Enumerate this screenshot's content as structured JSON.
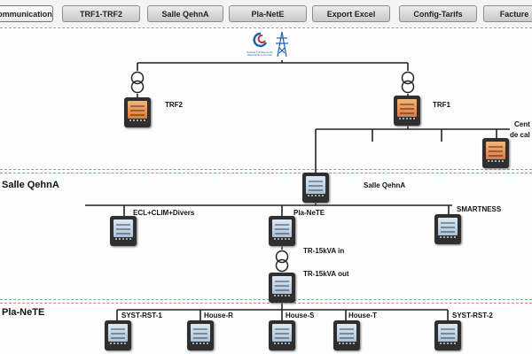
{
  "toolbar": {
    "tabs": [
      {
        "label": "ommunication",
        "active": true
      },
      {
        "label": "TRF1-TRF2"
      },
      {
        "label": "Salle QehnA"
      },
      {
        "label": "Pla-NetE"
      },
      {
        "label": "Export Excel"
      },
      {
        "label": "Config-Tarifs"
      },
      {
        "label": "Facture"
      }
    ]
  },
  "sections": {
    "salle": "Salle QehnA",
    "plate": "Pla-NeTE"
  },
  "top": {
    "logo_text": "Société Tunisienne de l'Electricité et du Gaz",
    "trf2": "TRF2",
    "trf1": "TRF1",
    "central_line1": "Cent",
    "central_line2": "de cal"
  },
  "salle": {
    "main_meter": "Salle QehnA",
    "ecl": "ECL+CLIM+Divers",
    "plate": "Pla-NeTE",
    "smartness": "SMARTNESS",
    "tr_in": "TR-15kVA in",
    "tr_out": "TR-15kVA out"
  },
  "plate": {
    "feeders": [
      "SYST-RST-1",
      "House-R",
      "House-S",
      "House-T",
      "SYST-RST-2"
    ]
  },
  "colors": {
    "meter_orange": "#e07a3c",
    "meter_blue": "#aac3da",
    "sep_green": "#7fb07f",
    "sep_red": "#d88080"
  }
}
